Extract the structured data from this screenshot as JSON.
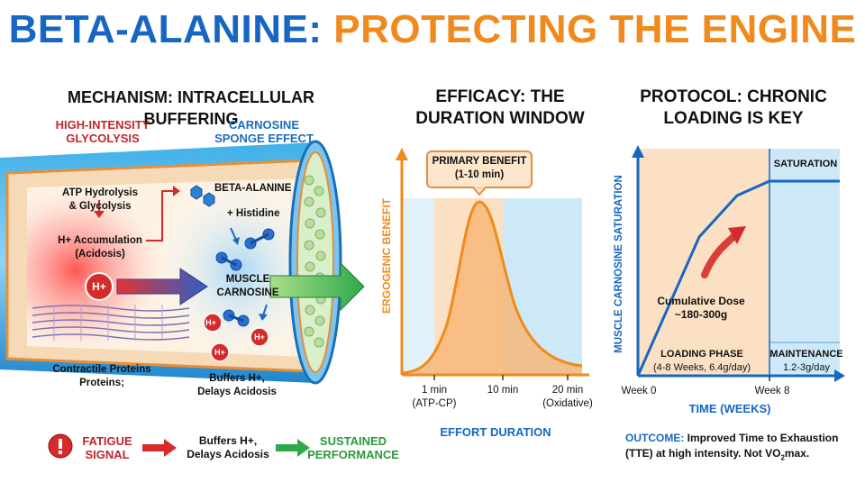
{
  "title": {
    "part1": "BETA-ALANINE:",
    "part2": "PROTECTING THE ENGINE"
  },
  "colors": {
    "blue": "#1667c4",
    "orange": "#f08a1c",
    "red": "#d62b2b",
    "green": "#2fa84a",
    "light_blue": "#cde9f7",
    "light_orange": "#fbe0c4"
  },
  "mechanism": {
    "heading": "MECHANISM: INTRACELLULAR BUFFERING",
    "glycolysis_line1": "HIGH-INTENSITY",
    "glycolysis_line2": "GLYCOLYSIS",
    "sponge_line1": "CARNOSINE",
    "sponge_line2": "SPONGE EFFECT",
    "atp_line1": "ATP Hydrolysis",
    "atp_line2": "& Glycolysis",
    "h_accum_line1": "H+ Accumulation",
    "h_accum_line2": "(Acidosis)",
    "h_badge": "H+",
    "beta_alanine": "BETA-ALANINE",
    "histidine": "+ Histidine",
    "muscle_line1": "MUSCLE",
    "muscle_line2": "CARNOSINE",
    "contractile_line1": "Contractile Proteins",
    "contractile_line2": "Proteins;",
    "buffers_line1": "Buffers H+,",
    "buffers_line2": "Delays Acidosis",
    "h_small": "H+",
    "flow": {
      "icon": "warning-icon",
      "fatigue_line1": "FATIGUE",
      "fatigue_line2": "SIGNAL",
      "buffers_line1": "Buffers H+,",
      "buffers_line2": "Delays Acidosis",
      "sustained_line1": "SUSTAINED",
      "sustained_line2": "PERFORMANCE"
    }
  },
  "efficacy": {
    "heading_line1": "EFFICACY: THE",
    "heading_line2": "DURATION WINDOW",
    "callout_line1": "PRIMARY BENEFIT",
    "callout_line2": "(1-10 min)",
    "ylabel": "ERGOGENIC BENEFIT",
    "xlabel": "EFFORT DURATION",
    "ticks": [
      {
        "line1": "1 min",
        "line2": "(ATP-CP)"
      },
      {
        "line1": "10 min",
        "line2": ""
      },
      {
        "line1": "20 min",
        "line2": "(Oxidative)"
      }
    ]
  },
  "protocol": {
    "heading_line1": "PROTOCOL: CHRONIC",
    "heading_line2": "LOADING IS KEY",
    "saturation": "SATURATION",
    "ylabel": "MUSCLE CARNOSINE SATURATION",
    "xlabel": "TIME (WEEKS)",
    "cumulative_line1": "Cumulative Dose",
    "cumulative_line2": "~180-300g",
    "loading_line1": "LOADING PHASE",
    "loading_line2": "(4-8 Weeks, 6.4g/day)",
    "maintenance_line1": "MAINTENANCE",
    "maintenance_line2": "1.2-3g/day",
    "tick_week0": "Week 0",
    "tick_week8": "Week 8",
    "outcome_label": "OUTCOME:",
    "outcome_text1": " Improved Time to Exhaustion",
    "outcome_text2a": "(TTE) at high intensity. Not VO",
    "outcome_sub": "2",
    "outcome_text2b": "max."
  }
}
